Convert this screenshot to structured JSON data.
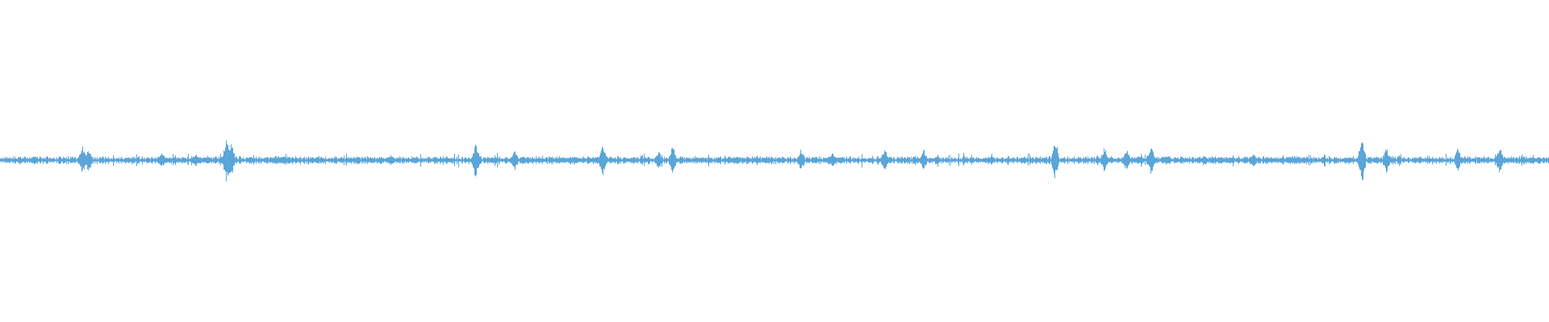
{
  "waveform": {
    "color": "#5aa5d9",
    "background": "#ffffff",
    "baseline_amplitude": 0.04,
    "peaks": [
      {
        "position": 0.053,
        "amplitude": 0.22
      },
      {
        "position": 0.057,
        "amplitude": 0.16
      },
      {
        "position": 0.104,
        "amplitude": 0.12
      },
      {
        "position": 0.126,
        "amplitude": 0.1
      },
      {
        "position": 0.146,
        "amplitude": 0.32
      },
      {
        "position": 0.149,
        "amplitude": 0.26
      },
      {
        "position": 0.307,
        "amplitude": 0.28
      },
      {
        "position": 0.332,
        "amplitude": 0.16
      },
      {
        "position": 0.389,
        "amplitude": 0.22
      },
      {
        "position": 0.425,
        "amplitude": 0.14
      },
      {
        "position": 0.434,
        "amplitude": 0.2
      },
      {
        "position": 0.517,
        "amplitude": 0.16
      },
      {
        "position": 0.537,
        "amplitude": 0.12
      },
      {
        "position": 0.571,
        "amplitude": 0.16
      },
      {
        "position": 0.596,
        "amplitude": 0.14
      },
      {
        "position": 0.681,
        "amplitude": 0.3
      },
      {
        "position": 0.713,
        "amplitude": 0.18
      },
      {
        "position": 0.727,
        "amplitude": 0.16
      },
      {
        "position": 0.743,
        "amplitude": 0.22
      },
      {
        "position": 0.809,
        "amplitude": 0.1
      },
      {
        "position": 0.879,
        "amplitude": 0.34
      },
      {
        "position": 0.895,
        "amplitude": 0.18
      },
      {
        "position": 0.941,
        "amplitude": 0.16
      },
      {
        "position": 0.968,
        "amplitude": 0.18
      }
    ]
  }
}
